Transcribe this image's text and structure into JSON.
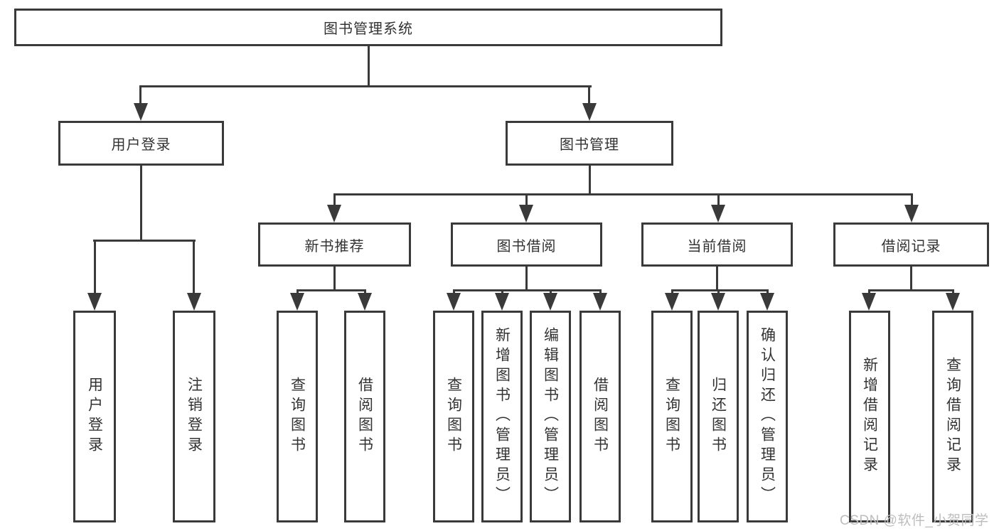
{
  "nodes": {
    "root": "图书管理系统",
    "user_login": "用户登录",
    "book_management": "图书管理",
    "new_book_recommend": "新书推荐",
    "book_borrow": "图书借阅",
    "current_borrow": "当前借阅",
    "borrow_record": "借阅记录",
    "leaf_user_login": "用户登录",
    "leaf_logout": "注销登录",
    "leaf_nbr_query_books": "查询图书",
    "leaf_nbr_borrow_books": "借阅图书",
    "leaf_bb_query_books": "查询图书",
    "leaf_bb_add_books": "新增图书（管理员）",
    "leaf_bb_edit_books": "编辑图书（管理员）",
    "leaf_bb_borrow_books": "借阅图书",
    "leaf_cb_query_books": "查询图书",
    "leaf_cb_return_books": "归还图书",
    "leaf_cb_confirm_return": "确认归还（管理员）",
    "leaf_br_add_record": "新增借阅记录",
    "leaf_br_query_record": "查询借阅记录"
  },
  "watermark": "CSDN @软件_小贺同学",
  "colors": {
    "line": "#3a3a3a",
    "text": "#333333",
    "watermark": "#bdbdbd",
    "background": "#ffffff"
  }
}
